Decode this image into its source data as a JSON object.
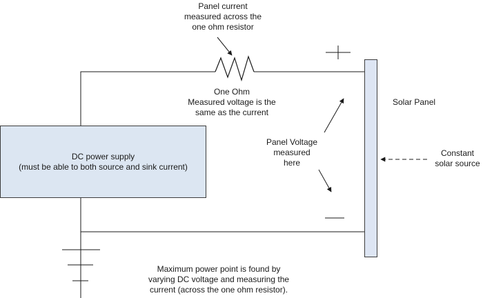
{
  "labels": {
    "panel_current_note": "Panel current\nmeasured across the\none ohm resistor",
    "resistor_label": "One Ohm\nMeasured voltage is the\nsame as the current",
    "solar_panel": "Solar Panel",
    "dc_supply": "DC power supply\n(must be able to both source and sink current)",
    "panel_voltage_note": "Panel Voltage\nmeasured\nhere",
    "constant_source": "Constant\nsolar source",
    "mpp_note": "Maximum power point is found by\nvarying DC voltage and measuring the\ncurrent  (across the one ohm resistor)."
  },
  "colors": {
    "line": "#1a1a1a",
    "supply_fill": "#dce6f2",
    "supply_stroke": "#3c3c3c",
    "panel_fill": "#dde5f3",
    "panel_stroke": "#3c3c3c"
  }
}
